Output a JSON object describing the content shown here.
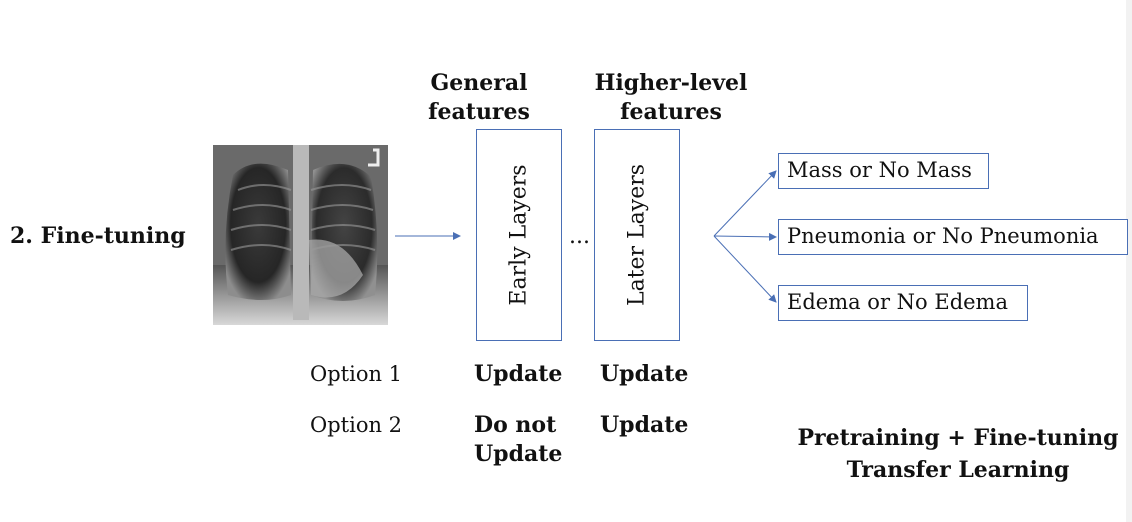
{
  "section_title": "2. Fine-tuning",
  "headers": {
    "early": [
      "General",
      "features"
    ],
    "later": [
      "Higher-level",
      "features"
    ]
  },
  "layers": {
    "early": "Early Layers",
    "ellipsis": "...",
    "later": "Later Layers"
  },
  "outputs": [
    "Mass or No Mass",
    "Pneumonia or No Pneumonia",
    "Edema or No Edema"
  ],
  "options": [
    {
      "label": "Option 1",
      "early": [
        "Update"
      ],
      "later": "Update"
    },
    {
      "label": "Option 2",
      "early": [
        "Do not",
        "Update"
      ],
      "later": "Update"
    }
  ],
  "caption": [
    "Pretraining + Fine-tuning",
    "Transfer Learning"
  ],
  "colors": {
    "box_border": "#4a6fb5",
    "arrow": "#4a6fb5",
    "xray_bg": "#1a1a1a"
  }
}
